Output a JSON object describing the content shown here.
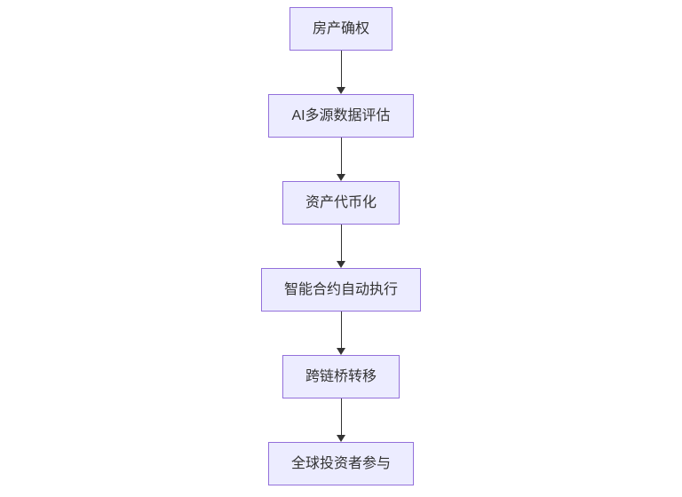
{
  "diagram": {
    "type": "flowchart",
    "direction": "top-down",
    "nodes": [
      {
        "id": "A",
        "label": "房产确权"
      },
      {
        "id": "B",
        "label": "AI多源数据评估"
      },
      {
        "id": "C",
        "label": "资产代币化"
      },
      {
        "id": "D",
        "label": "智能合约自动执行"
      },
      {
        "id": "E",
        "label": "跨链桥转移"
      },
      {
        "id": "F",
        "label": "全球投资者参与"
      }
    ],
    "edges": [
      {
        "from": "A",
        "to": "B"
      },
      {
        "from": "B",
        "to": "C"
      },
      {
        "from": "C",
        "to": "D"
      },
      {
        "from": "D",
        "to": "E"
      },
      {
        "from": "E",
        "to": "F"
      }
    ],
    "colors": {
      "node_fill": "#ECECFF",
      "node_border": "#9370DB",
      "text": "#333333",
      "arrow": "#333333",
      "background": "#ffffff"
    }
  }
}
